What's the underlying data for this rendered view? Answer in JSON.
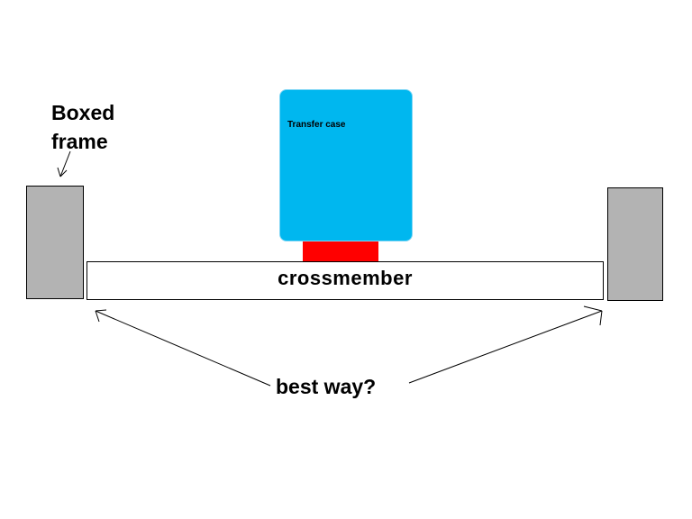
{
  "labels": {
    "boxed_frame": "Boxed frame",
    "transfer_case": "Transfer case",
    "crossmember": "crossmember",
    "best_way": "best way?"
  },
  "colors": {
    "frame_rail": "#b3b3b3",
    "transfer_case": "#00b7ef",
    "mount_pad": "#ff0000",
    "crossmember": "#ffffff",
    "stroke": "#000000"
  }
}
